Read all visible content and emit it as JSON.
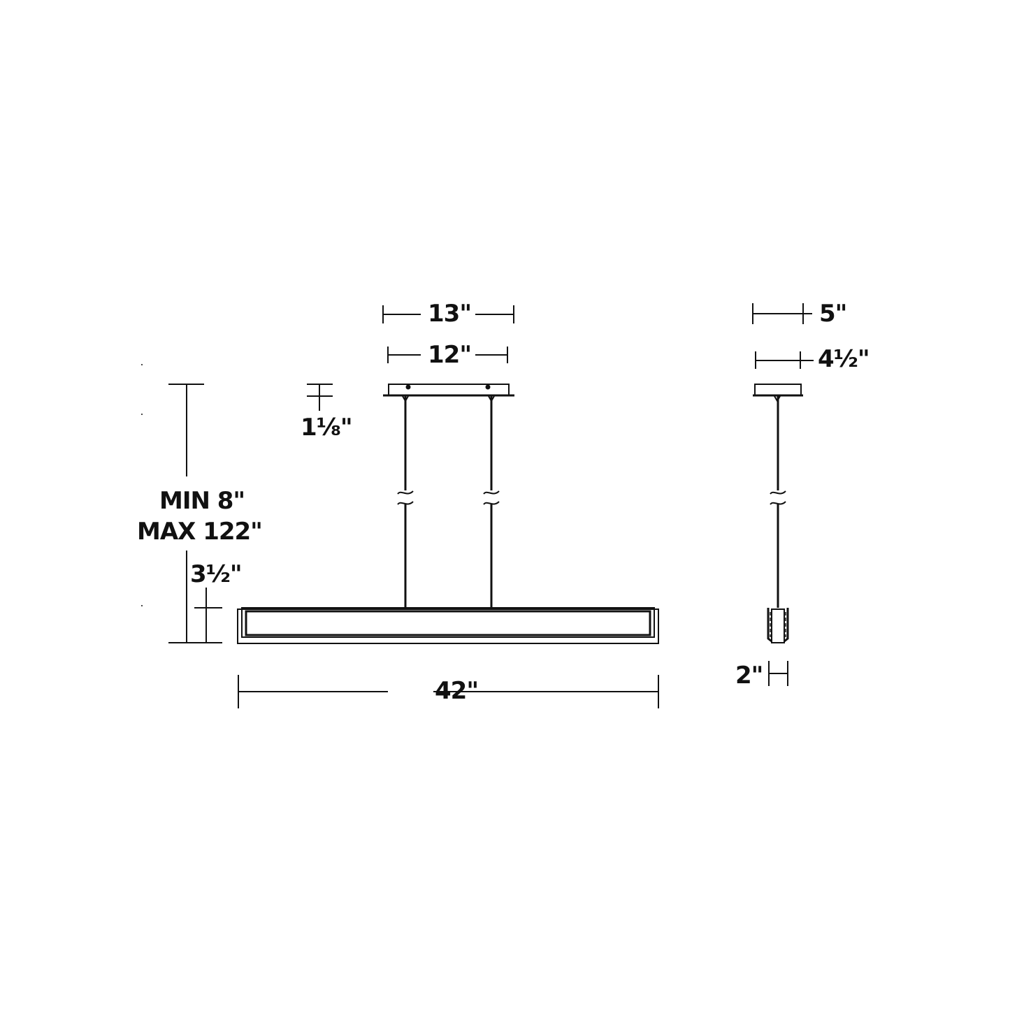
{
  "diagram": {
    "type": "dimension drawing",
    "subject": "linear pendant light fixture",
    "colors": {
      "line": "#111111",
      "background": "#ffffff"
    },
    "front_view": {
      "canopy_length_outer": "13\"",
      "canopy_length_inner": "12\"",
      "canopy_height": "1⅛\"",
      "suspension_min": "MIN 8\"",
      "suspension_max": "MAX 122\"",
      "fixture_height": "3½\"",
      "fixture_length": "42\""
    },
    "side_view": {
      "canopy_width_outer": "5\"",
      "canopy_width_inner": "4½\"",
      "fixture_width": "2\""
    }
  }
}
